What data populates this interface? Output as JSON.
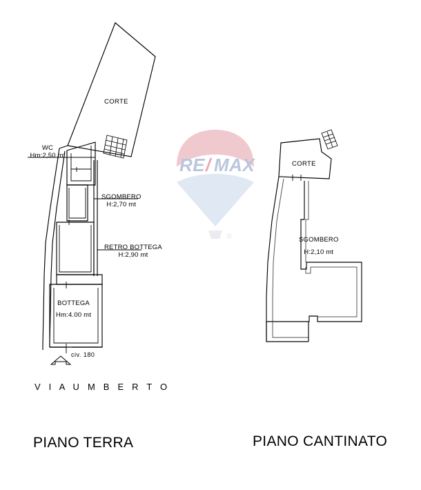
{
  "document": {
    "type": "floor-plan",
    "background_color": "#ffffff",
    "line_color": "#000000"
  },
  "watermark": {
    "brand": "RE/MAX",
    "re_text": "RE",
    "slash_text": "/",
    "max_text": "MAX",
    "top_color": "#e7a8b1",
    "bottom_color": "#dbe4f1",
    "basket_color": "#e9e9ef",
    "registered_mark": "®"
  },
  "plans": [
    {
      "id": "piano-terra",
      "title": "PIANO TERRA",
      "rooms": [
        {
          "id": "corte",
          "name": "CORTE",
          "height_label": ""
        },
        {
          "id": "wc",
          "name": "WC",
          "height_label": "Hm:2,50 mt"
        },
        {
          "id": "sgombero",
          "name": "SGOMBERO",
          "height_label": "H:2,70 mt"
        },
        {
          "id": "retro-bottega",
          "name": "RETRO BOTTEGA",
          "height_label": "H:2,90 mt"
        },
        {
          "id": "bottega",
          "name": "BOTTEGA",
          "height_label": "Hm:4.00 mt"
        }
      ],
      "entrance": {
        "civic_number": "civ. 180",
        "arrow": "entrance-arrow"
      },
      "street": "V I A   U M B E R T O"
    },
    {
      "id": "piano-cantinato",
      "title": "PIANO CANTINATO",
      "rooms": [
        {
          "id": "corte-cantinato",
          "name": "CORTE",
          "height_label": ""
        },
        {
          "id": "sgombero-cantinato",
          "name": "SGOMBERO",
          "height_label": "H:2,10 mt"
        }
      ]
    }
  ],
  "labels": {
    "street_name": "V I A   U M B E R T O",
    "title_left": "PIANO TERRA",
    "title_right": "PIANO CANTINATO",
    "corte_left": "CORTE",
    "corte_right": "CORTE",
    "wc_name": "WC",
    "wc_height": "Hm:2,50 mt",
    "sgombero_name": "SGOMBERO",
    "sgombero_height": "H:2,70 mt",
    "retro_name": "RETRO BOTTEGA",
    "retro_height": "H:2,90 mt",
    "bottega_name": "BOTTEGA",
    "bottega_height": "Hm:4.00 mt",
    "sgombero_cant_name": "SGOMBERO",
    "sgombero_cant_height": "H:2,10 mt",
    "civ": "civ. 180"
  }
}
